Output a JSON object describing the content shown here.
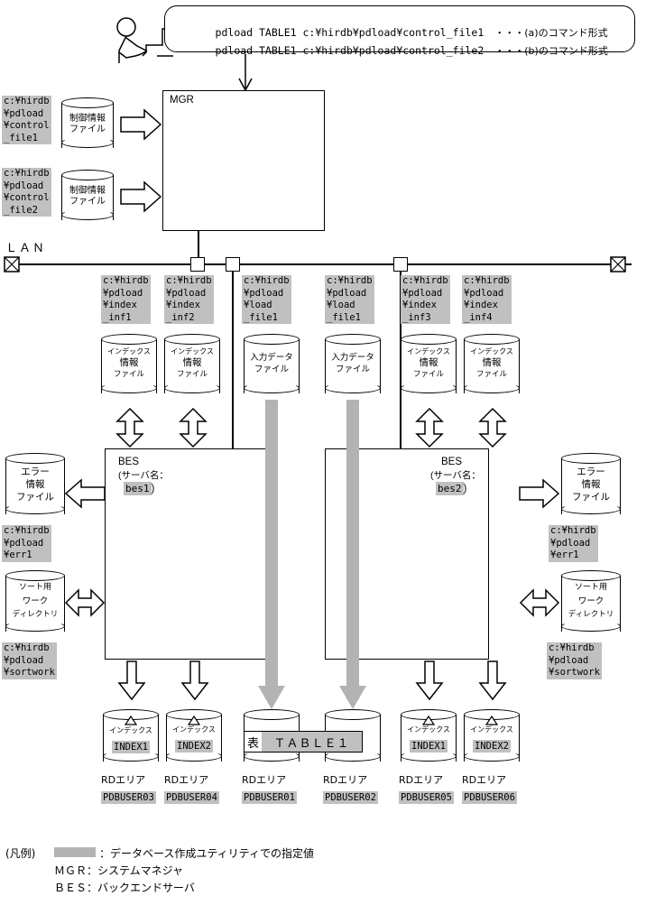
{
  "meta": {
    "title": "pdload コマンドの実行例",
    "colors": {
      "chip_gray": "#c0c0c0",
      "arrow_gray": "#b3b3b3",
      "line": "#000000",
      "bg": "#ffffff"
    }
  },
  "bubble": {
    "line1_cmd": "pdload TABLE1 c:¥hirdb¥pdload¥control_file1",
    "line1_note": "・・・(a)のコマンド形式",
    "line2_cmd": "pdload TABLE1 c:¥hirdb¥pdload¥control_file2",
    "line2_note": "・・・(b)のコマンド形式"
  },
  "operator": {
    "icon": "person-icon"
  },
  "mgr": {
    "label": "MGR"
  },
  "lan": {
    "label": "ＬＡＮ"
  },
  "control_files": [
    {
      "path_lines": [
        "c:¥hirdb",
        "¥pdload",
        "¥control",
        "_file1"
      ],
      "cylinder_lines": [
        "制御情報",
        "ファイル"
      ]
    },
    {
      "path_lines": [
        "c:¥hirdb",
        "¥pdload",
        "¥control",
        "_file2"
      ],
      "cylinder_lines": [
        "制御情報",
        "ファイル"
      ]
    }
  ],
  "upper_files": [
    {
      "path_lines": [
        "c:¥hirdb",
        "¥pdload",
        "¥index",
        "_inf1"
      ],
      "cylinder_lines": [
        "インデックス",
        "情報",
        "ファイル"
      ],
      "arrow": "bidirectional-outline"
    },
    {
      "path_lines": [
        "c:¥hirdb",
        "¥pdload",
        "¥index",
        "_inf2"
      ],
      "cylinder_lines": [
        "インデックス",
        "情報",
        "ファイル"
      ],
      "arrow": "bidirectional-outline"
    },
    {
      "path_lines": [
        "c:¥hirdb",
        "¥pdload",
        "¥load",
        "_file1"
      ],
      "cylinder_lines": [
        "入力データ",
        "ファイル"
      ],
      "arrow": "gray-down"
    },
    {
      "path_lines": [
        "c:¥hirdb",
        "¥pdload",
        "¥load",
        "_file1"
      ],
      "cylinder_lines": [
        "入力データ",
        "ファイル"
      ],
      "arrow": "gray-down"
    },
    {
      "path_lines": [
        "c:¥hirdb",
        "¥pdload",
        "¥index",
        "_inf3"
      ],
      "cylinder_lines": [
        "インデックス",
        "情報",
        "ファイル"
      ],
      "arrow": "bidirectional-outline"
    },
    {
      "path_lines": [
        "c:¥hirdb",
        "¥pdload",
        "¥index",
        "_inf4"
      ],
      "cylinder_lines": [
        "インデックス",
        "情報",
        "ファイル"
      ],
      "arrow": "bidirectional-outline"
    }
  ],
  "bes_left": {
    "label": "BES",
    "server_prefix": "(サーバ名：",
    "server_name": "bes1",
    "server_suffix": ")"
  },
  "bes_right": {
    "label": "BES",
    "server_prefix": "(サーバ名：",
    "server_name": "bes2",
    "server_suffix": ")"
  },
  "side_left": {
    "error_file": {
      "cylinder_lines": [
        "エラー",
        "情報",
        "ファイル"
      ],
      "path_lines": [
        "c:¥hirdb",
        "¥pdload",
        "¥err1"
      ],
      "arrow": "left-outline"
    },
    "sort_work": {
      "cylinder_lines": [
        "ソート用",
        "ワーク",
        "ディレクトリ"
      ],
      "path_lines": [
        "c:¥hirdb",
        "¥pdload",
        "¥sortwork"
      ],
      "arrow": "bidirectional-outline"
    }
  },
  "side_right": {
    "error_file": {
      "cylinder_lines": [
        "エラー",
        "情報",
        "ファイル"
      ],
      "path_lines": [
        "c:¥hirdb",
        "¥pdload",
        "¥err1"
      ],
      "arrow": "right-outline"
    },
    "sort_work": {
      "cylinder_lines": [
        "ソート用",
        "ワーク",
        "ディレクトリ"
      ],
      "path_lines": [
        "c:¥hirdb",
        "¥pdload",
        "¥sortwork"
      ],
      "arrow": "bidirectional-outline"
    }
  },
  "rd_areas": [
    {
      "kind": "index",
      "triangle": true,
      "cyl_label": "インデックス",
      "cyl_value": "INDEX1",
      "rd_label": "RDエリア",
      "rd_value": "PDBUSER03",
      "arrow": "outline-down"
    },
    {
      "kind": "index",
      "triangle": true,
      "cyl_label": "インデックス",
      "cyl_value": "INDEX2",
      "rd_label": "RDエリア",
      "rd_value": "PDBUSER04",
      "arrow": "outline-down"
    },
    {
      "kind": "table",
      "triangle": false,
      "cyl_label": "表",
      "cyl_value": "ＴＡＢＬＥ１",
      "rd_label": "RDエリア",
      "rd_value": "PDBUSER01",
      "arrow": "gray-down"
    },
    {
      "kind": "table-plain",
      "triangle": false,
      "cyl_label": "",
      "cyl_value": "",
      "rd_label": "RDエリア",
      "rd_value": "PDBUSER02",
      "arrow": "gray-down"
    },
    {
      "kind": "index",
      "triangle": true,
      "cyl_label": "インデックス",
      "cyl_value": "INDEX1",
      "rd_label": "RDエリア",
      "rd_value": "PDBUSER05",
      "arrow": "outline-down"
    },
    {
      "kind": "index",
      "triangle": true,
      "cyl_label": "インデックス",
      "cyl_value": "INDEX2",
      "rd_label": "RDエリア",
      "rd_value": "PDBUSER06",
      "arrow": "outline-down"
    }
  ],
  "legend": {
    "prefix": "(凡例)",
    "swatch_text": "：データベース作成ユティリティでの指定値",
    "mgr_text": "ＭＧＲ：システムマネジャ",
    "bes_text": "ＢＥＳ：バックエンドサーバ"
  }
}
